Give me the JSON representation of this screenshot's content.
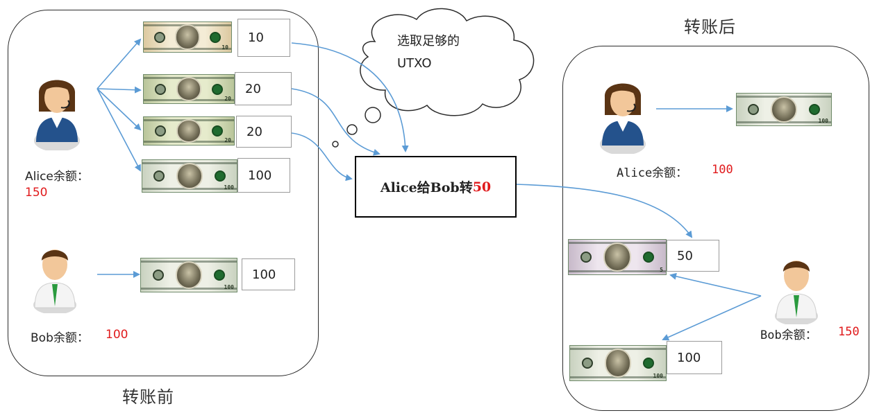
{
  "before": {
    "caption": "转账前",
    "alice": {
      "label": "Alice余额：",
      "balance": "150",
      "utxos": [
        {
          "value": "10",
          "bill": "10"
        },
        {
          "value": "20",
          "bill": "20"
        },
        {
          "value": "20",
          "bill": "20"
        },
        {
          "value": "100",
          "bill": "100"
        }
      ]
    },
    "bob": {
      "label": "Bob余额：",
      "balance": "100",
      "utxos": [
        {
          "value": "100",
          "bill": "100"
        }
      ]
    }
  },
  "cloud": {
    "line1": "选取足够的",
    "line2": "UTXO"
  },
  "transaction": {
    "text": "Alice给Bob转",
    "amount": "50"
  },
  "after": {
    "caption": "转账后",
    "alice": {
      "label": "Alice余额：",
      "balance": "100"
    },
    "bob": {
      "label": "Bob余额：",
      "balance": "150",
      "utxos": [
        {
          "value": "50",
          "bill": "5"
        },
        {
          "value": "100",
          "bill": "100"
        }
      ]
    }
  },
  "colors": {
    "arrow": "#5b9bd5",
    "highlight": "#e0191b",
    "panel_border": "#2b2b2b"
  }
}
